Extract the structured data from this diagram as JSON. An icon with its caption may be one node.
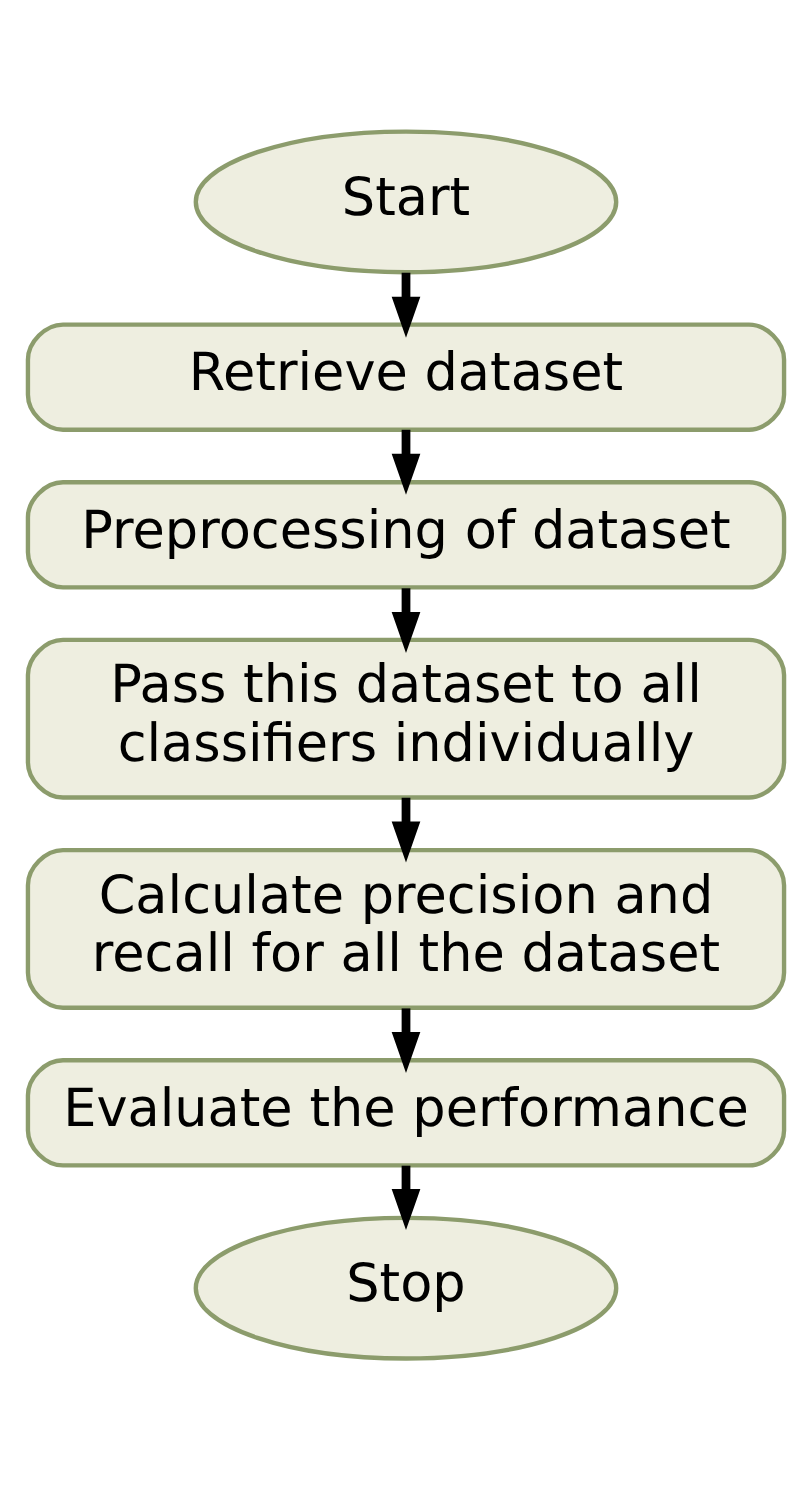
{
  "diagram": {
    "nodes": [
      {
        "text": [
          "Start"
        ]
      },
      {
        "text": [
          "Retrieve dataset"
        ]
      },
      {
        "text": [
          "Preprocessing of dataset"
        ]
      },
      {
        "text": [
          "Pass this dataset to all classifiers individually"
        ]
      },
      {
        "text": [
          "Calculate precision and recall for all the dataset"
        ]
      },
      {
        "text": [
          "Evaluate the performance"
        ]
      },
      {
        "text": [
          "Stop"
        ]
      }
    ],
    "edges": [
      {
        "from": 0,
        "to": 1,
        "arrow": "to"
      },
      {
        "from": 1,
        "to": 2,
        "arrow": "to"
      },
      {
        "from": 2,
        "to": 3,
        "arrow": "to"
      },
      {
        "from": 3,
        "to": 4,
        "arrow": "to"
      },
      {
        "from": 4,
        "to": 5,
        "arrow": "to"
      },
      {
        "from": 5,
        "to": 6,
        "arrow": "to"
      }
    ]
  }
}
